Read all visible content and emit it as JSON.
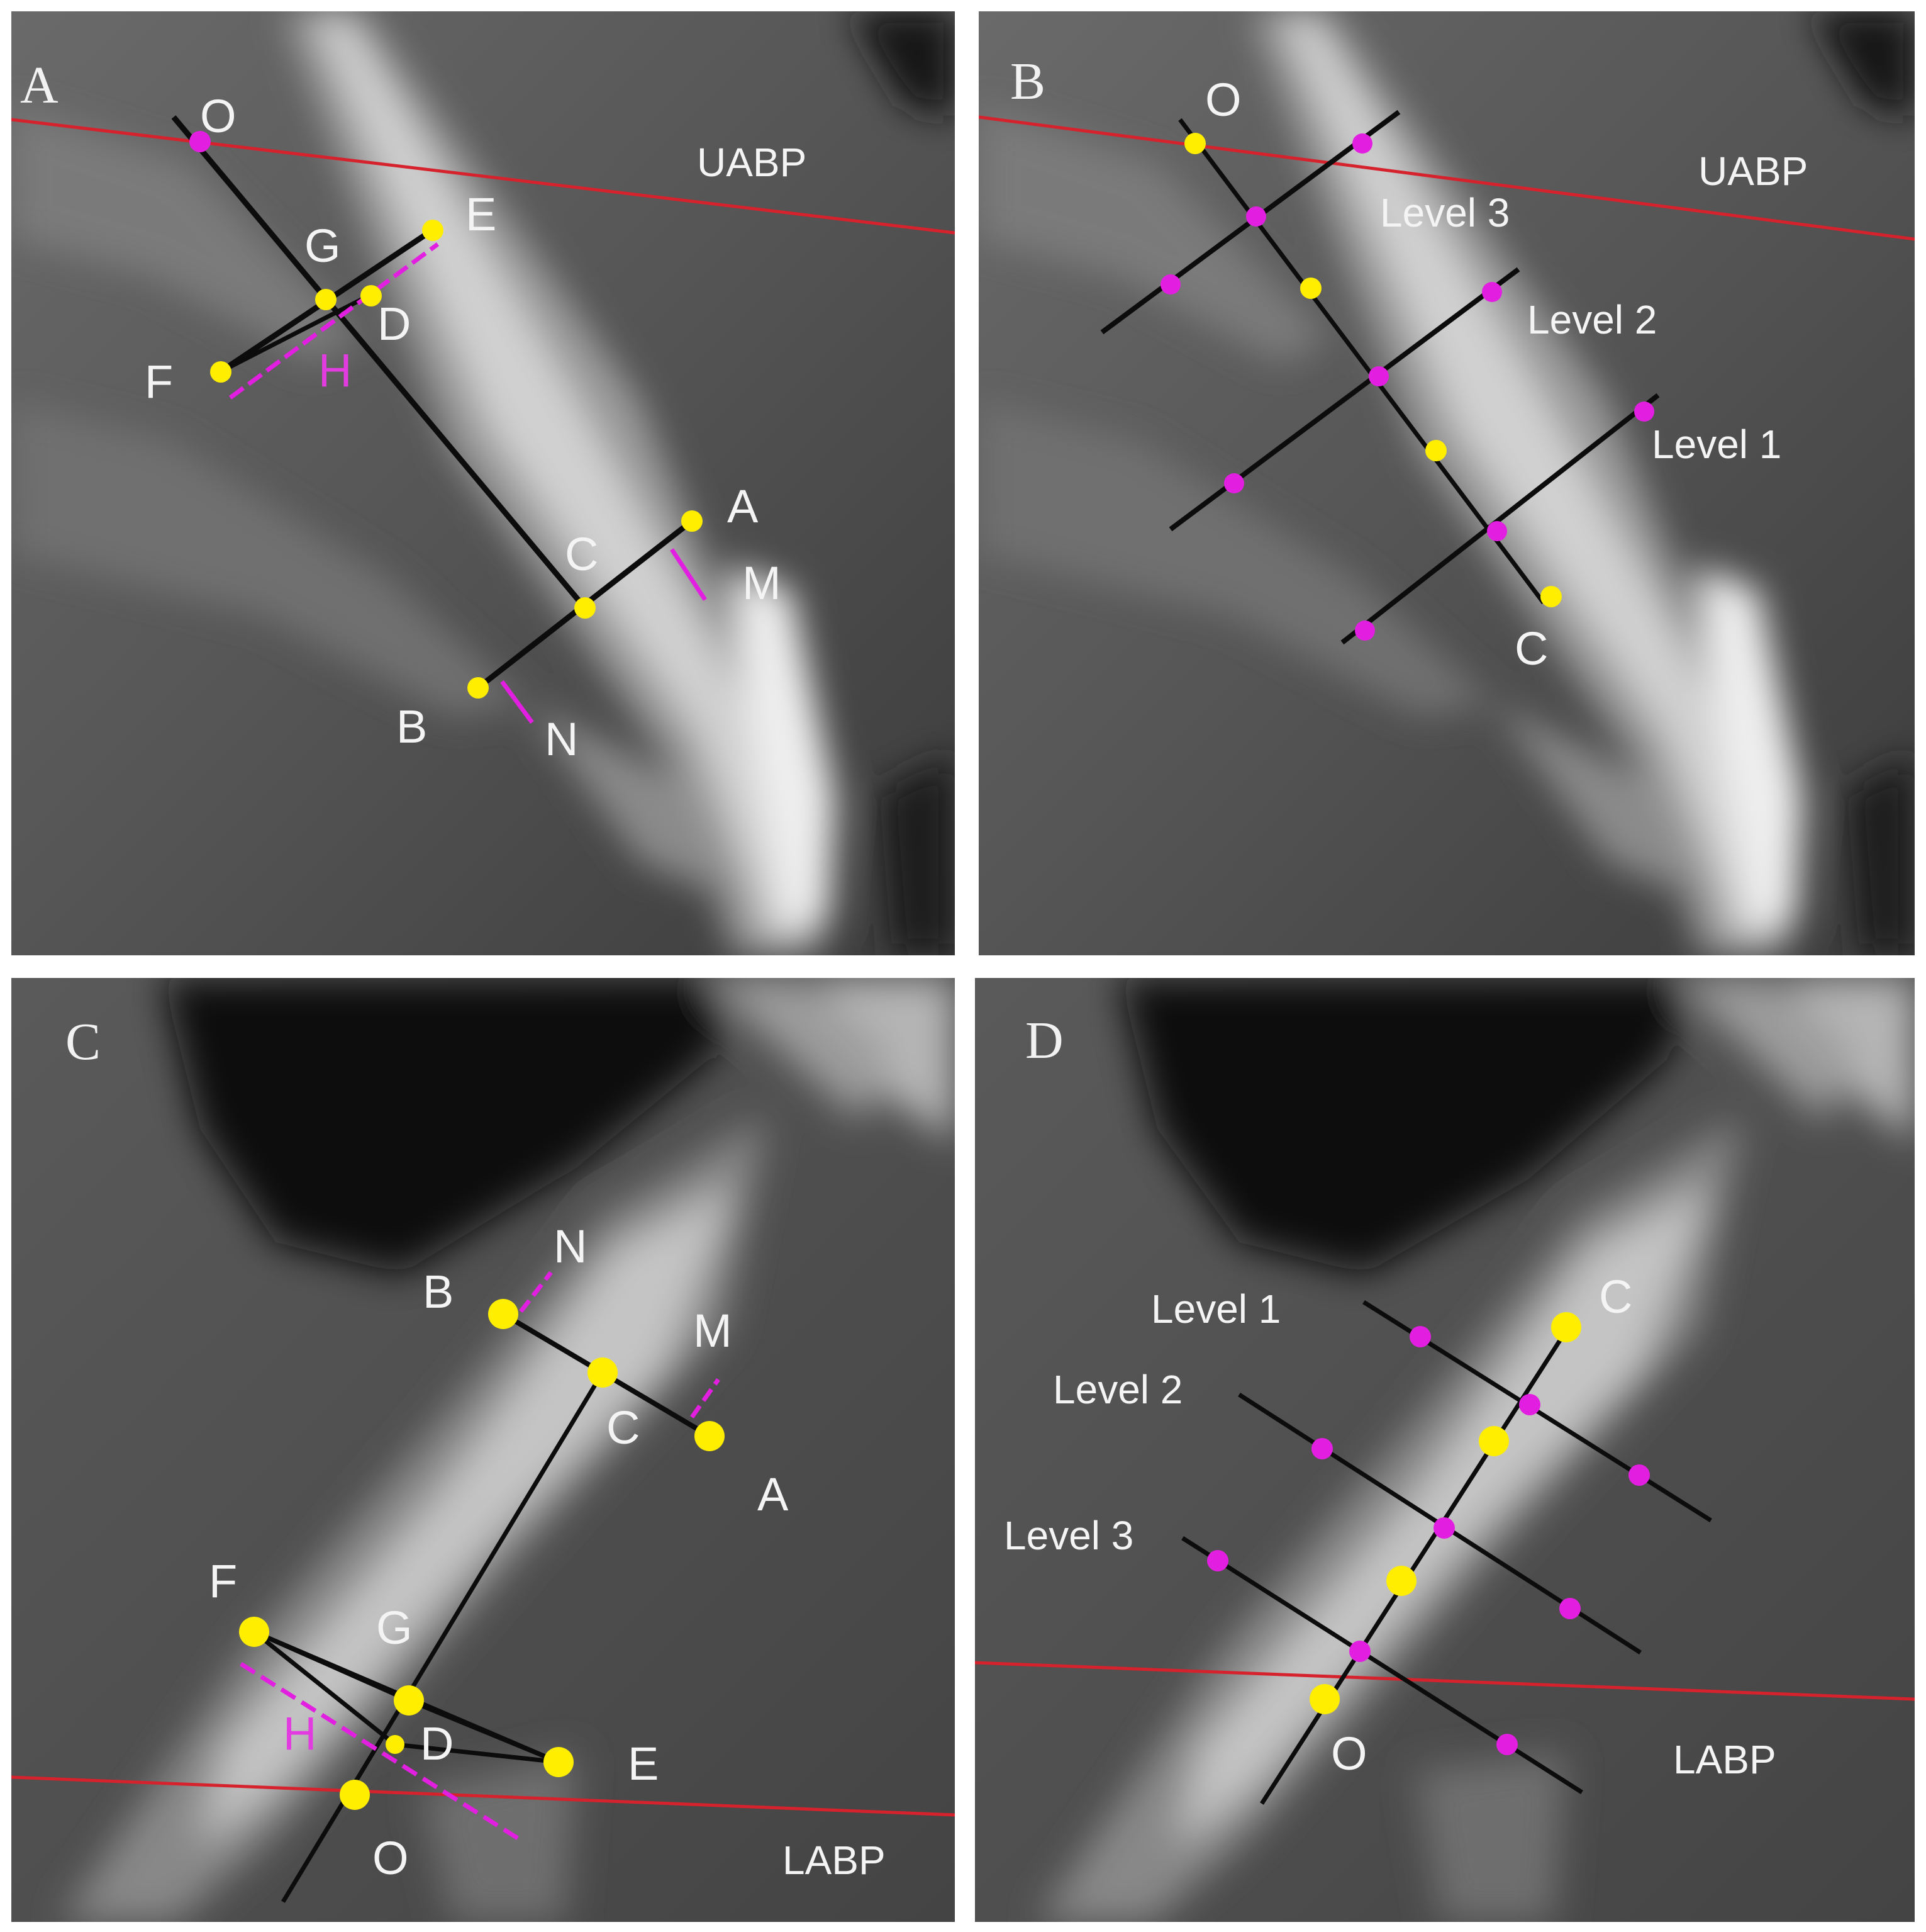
{
  "colors": {
    "point_yellow": "#ffee00",
    "point_magenta": "#e21fe0",
    "plane_line_red": "#d6222d",
    "measure_line_black": "#0c0c0c",
    "label_white": "#f4f4f4",
    "label_magenta": "#e23be0"
  },
  "panels": {
    "A": {
      "letter": "A",
      "plane": "UABP",
      "points": {
        "O": "O",
        "G": "G",
        "E": "E",
        "D": "D",
        "F": "F",
        "H": "H",
        "C": "C",
        "A": "A",
        "M": "M",
        "B": "B",
        "N": "N"
      }
    },
    "B": {
      "letter": "B",
      "plane": "UABP",
      "points": {
        "O": "O",
        "C": "C"
      },
      "levels": [
        "Level 3",
        "Level 2",
        "Level 1"
      ]
    },
    "C": {
      "letter": "C",
      "plane": "LABP",
      "points": {
        "N": "N",
        "B": "B",
        "M": "M",
        "C": "C",
        "A": "A",
        "F": "F",
        "G": "G",
        "H": "H",
        "D": "D",
        "E": "E",
        "O": "O"
      }
    },
    "D": {
      "letter": "D",
      "plane": "LABP",
      "points": {
        "C": "C",
        "O": "O"
      },
      "levels": [
        "Level 1",
        "Level 2",
        "Level 3"
      ]
    }
  }
}
